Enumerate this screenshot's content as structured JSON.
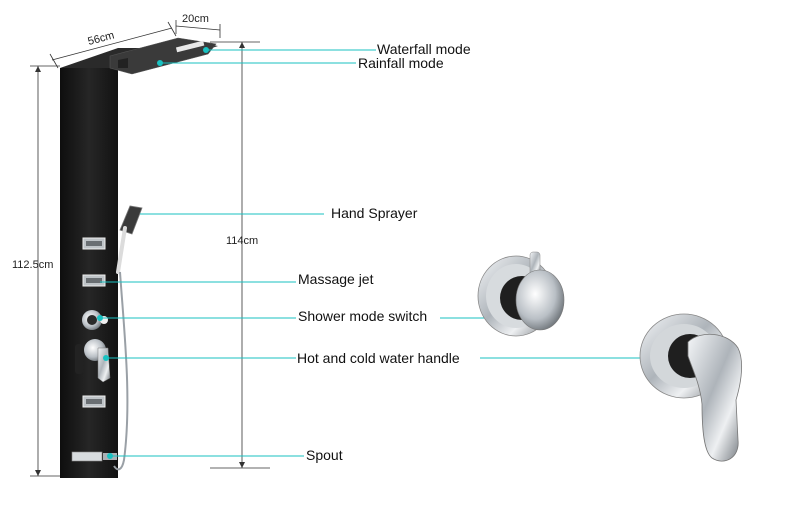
{
  "dimensions": {
    "width": "56cm",
    "depth": "20cm",
    "total_height": "112.5cm",
    "spout_height": "114cm"
  },
  "callouts": {
    "waterfall": "Waterfall mode",
    "rainfall": "Rainfall mode",
    "hand_sprayer": "Hand Sprayer",
    "massage_jet": "Massage jet",
    "mode_switch": "Shower mode switch",
    "water_handle": "Hot and cold water handle",
    "spout": "Spout"
  },
  "colors": {
    "panel": "#1c1c1c",
    "leader": "#19c2c2",
    "chrome": "#c8ccd0"
  }
}
